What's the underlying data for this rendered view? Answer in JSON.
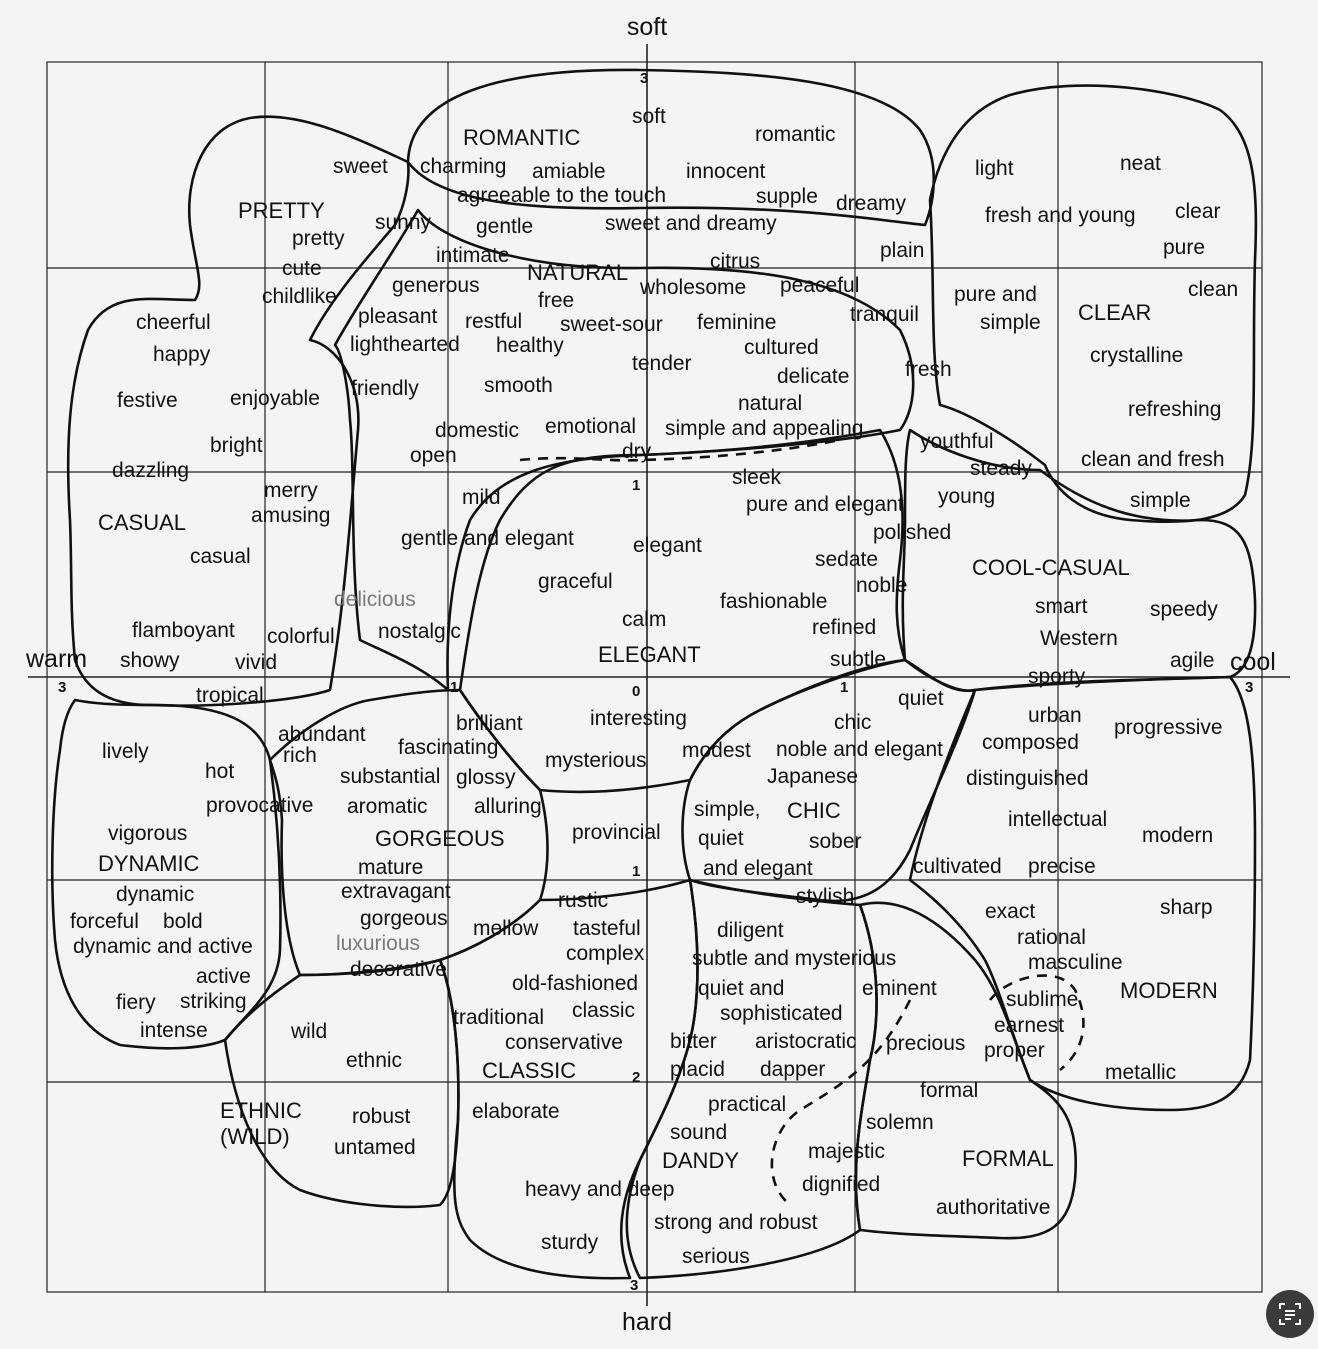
{
  "axes": {
    "top": "soft",
    "bottom": "hard",
    "left": "warm",
    "right": "cool"
  },
  "scale": {
    "zero": "0",
    "one": "1",
    "two": "2",
    "three": "3"
  },
  "groups": [
    {
      "label": "ROMANTIC"
    },
    {
      "label": "PRETTY"
    },
    {
      "label": "NATURAL"
    },
    {
      "label": "CLEAR"
    },
    {
      "label": "CASUAL"
    },
    {
      "label": "COOL-CASUAL"
    },
    {
      "label": "ELEGANT"
    },
    {
      "label": "DYNAMIC"
    },
    {
      "label": "GORGEOUS"
    },
    {
      "label": "CHIC"
    },
    {
      "label": "MODERN"
    },
    {
      "label": "ETHNIC"
    },
    {
      "label": "(WILD)"
    },
    {
      "label": "CLASSIC"
    },
    {
      "label": "DANDY"
    },
    {
      "label": "FORMAL"
    }
  ],
  "words": [
    {
      "label": "soft"
    },
    {
      "label": "romantic"
    },
    {
      "label": "sweet"
    },
    {
      "label": "charming"
    },
    {
      "label": "amiable"
    },
    {
      "label": "innocent"
    },
    {
      "label": "agreeable to the touch"
    },
    {
      "label": "supple"
    },
    {
      "label": "dreamy"
    },
    {
      "label": "sunny"
    },
    {
      "label": "gentle"
    },
    {
      "label": "sweet and dreamy"
    },
    {
      "label": "pretty"
    },
    {
      "label": "intimate"
    },
    {
      "label": "cute"
    },
    {
      "label": "citrus"
    },
    {
      "label": "plain"
    },
    {
      "label": "light"
    },
    {
      "label": "neat"
    },
    {
      "label": "fresh and young"
    },
    {
      "label": "clear"
    },
    {
      "label": "pure"
    },
    {
      "label": "clean"
    },
    {
      "label": "childlike"
    },
    {
      "label": "generous"
    },
    {
      "label": "free"
    },
    {
      "label": "wholesome"
    },
    {
      "label": "peaceful"
    },
    {
      "label": "tranquil"
    },
    {
      "label": "pure and"
    },
    {
      "label": "simple"
    },
    {
      "label": "cheerful"
    },
    {
      "label": "pleasant"
    },
    {
      "label": "restful"
    },
    {
      "label": "sweet-sour"
    },
    {
      "label": "feminine"
    },
    {
      "label": "happy"
    },
    {
      "label": "lighthearted"
    },
    {
      "label": "healthy"
    },
    {
      "label": "cultured"
    },
    {
      "label": "crystalline"
    },
    {
      "label": "tender"
    },
    {
      "label": "delicate"
    },
    {
      "label": "fresh"
    },
    {
      "label": "friendly"
    },
    {
      "label": "smooth"
    },
    {
      "label": "festive"
    },
    {
      "label": "enjoyable"
    },
    {
      "label": "natural"
    },
    {
      "label": "refreshing"
    },
    {
      "label": "domestic"
    },
    {
      "label": "emotional"
    },
    {
      "label": "simple and appealing"
    },
    {
      "label": "bright"
    },
    {
      "label": "youthful"
    },
    {
      "label": "open"
    },
    {
      "label": "dry"
    },
    {
      "label": "clean and fresh"
    },
    {
      "label": "dazzling"
    },
    {
      "label": "sleek"
    },
    {
      "label": "steady"
    },
    {
      "label": "merry"
    },
    {
      "label": "mild"
    },
    {
      "label": "pure and elegant"
    },
    {
      "label": "young"
    },
    {
      "label": "simple"
    },
    {
      "label": "amusing"
    },
    {
      "label": "polished"
    },
    {
      "label": "gentle and elegant"
    },
    {
      "label": "elegant"
    },
    {
      "label": "casual"
    },
    {
      "label": "sedate"
    },
    {
      "label": "graceful"
    },
    {
      "label": "noble"
    },
    {
      "label": "delicious"
    },
    {
      "label": "fashionable"
    },
    {
      "label": "smart"
    },
    {
      "label": "speedy"
    },
    {
      "label": "flamboyant"
    },
    {
      "label": "colorful"
    },
    {
      "label": "nostalgic"
    },
    {
      "label": "calm"
    },
    {
      "label": "refined"
    },
    {
      "label": "Western"
    },
    {
      "label": "showy"
    },
    {
      "label": "vivid"
    },
    {
      "label": "subtle"
    },
    {
      "label": "agile"
    },
    {
      "label": "sporty"
    },
    {
      "label": "tropical"
    },
    {
      "label": "quiet"
    },
    {
      "label": "brilliant"
    },
    {
      "label": "interesting"
    },
    {
      "label": "chic"
    },
    {
      "label": "urban"
    },
    {
      "label": "progressive"
    },
    {
      "label": "abundant"
    },
    {
      "label": "rich"
    },
    {
      "label": "lively"
    },
    {
      "label": "fascinating"
    },
    {
      "label": "modest"
    },
    {
      "label": "noble and elegant"
    },
    {
      "label": "composed"
    },
    {
      "label": "hot"
    },
    {
      "label": "mysterious"
    },
    {
      "label": "substantial"
    },
    {
      "label": "glossy"
    },
    {
      "label": "Japanese"
    },
    {
      "label": "distinguished"
    },
    {
      "label": "provocative"
    },
    {
      "label": "aromatic"
    },
    {
      "label": "alluring"
    },
    {
      "label": "simple,"
    },
    {
      "label": "intellectual"
    },
    {
      "label": "modern"
    },
    {
      "label": "vigorous"
    },
    {
      "label": "provincial"
    },
    {
      "label": "quiet"
    },
    {
      "label": "sober"
    },
    {
      "label": "mature"
    },
    {
      "label": "and elegant"
    },
    {
      "label": "cultivated"
    },
    {
      "label": "precise"
    },
    {
      "label": "dynamic"
    },
    {
      "label": "extravagant"
    },
    {
      "label": "rustic"
    },
    {
      "label": "stylish"
    },
    {
      "label": "forceful"
    },
    {
      "label": "bold"
    },
    {
      "label": "gorgeous"
    },
    {
      "label": "exact"
    },
    {
      "label": "sharp"
    },
    {
      "label": "mellow"
    },
    {
      "label": "tasteful"
    },
    {
      "label": "diligent"
    },
    {
      "label": "rational"
    },
    {
      "label": "dynamic and active"
    },
    {
      "label": "luxurious"
    },
    {
      "label": "complex"
    },
    {
      "label": "subtle and mysterious"
    },
    {
      "label": "masculine"
    },
    {
      "label": "active"
    },
    {
      "label": "decorative"
    },
    {
      "label": "old-fashioned"
    },
    {
      "label": "eminent"
    },
    {
      "label": "fiery"
    },
    {
      "label": "striking"
    },
    {
      "label": "quiet and"
    },
    {
      "label": "sublime"
    },
    {
      "label": "traditional"
    },
    {
      "label": "classic"
    },
    {
      "label": "sophisticated"
    },
    {
      "label": "intense"
    },
    {
      "label": "wild"
    },
    {
      "label": "earnest"
    },
    {
      "label": "conservative"
    },
    {
      "label": "bitter"
    },
    {
      "label": "aristocratic"
    },
    {
      "label": "precious"
    },
    {
      "label": "proper"
    },
    {
      "label": "ethnic"
    },
    {
      "label": "placid"
    },
    {
      "label": "dapper"
    },
    {
      "label": "metallic"
    },
    {
      "label": "formal"
    },
    {
      "label": "robust"
    },
    {
      "label": "elaborate"
    },
    {
      "label": "practical"
    },
    {
      "label": "solemn"
    },
    {
      "label": "untamed"
    },
    {
      "label": "sound"
    },
    {
      "label": "majestic"
    },
    {
      "label": "heavy and deep"
    },
    {
      "label": "dignified"
    },
    {
      "label": "authoritative"
    },
    {
      "label": "strong and robust"
    },
    {
      "label": "sturdy"
    },
    {
      "label": "serious"
    }
  ]
}
